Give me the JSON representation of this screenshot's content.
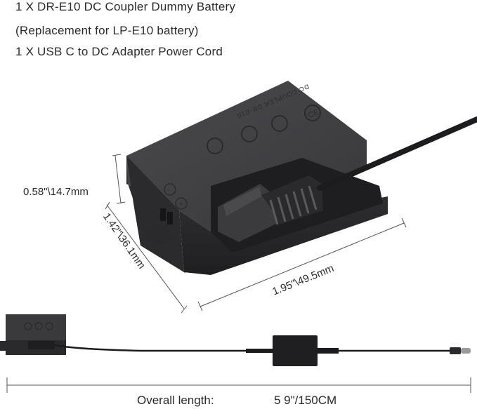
{
  "contents": {
    "line1": "1 X DR-E10 DC Coupler Dummy Battery",
    "line2": "(Replacement for LP-E10 battery)",
    "line3": "1 X USB C to DC Adapter Power Cord"
  },
  "battery_print": {
    "model": "DC COUPLER DR-E10",
    "minus": "-",
    "plus": "+",
    "ce": "CE"
  },
  "dimensions": {
    "height": "0.58\"\\14.7mm",
    "width": "1.42\"\\36.1mm",
    "length": "1.95\"\\49.5mm"
  },
  "overall": {
    "label": "Overall length:",
    "value": "5 9\"/150CM"
  },
  "colors": {
    "battery_body": "#3a3a3c",
    "battery_dark": "#262628",
    "cable": "#1c1c1e",
    "text": "#2b2b2b"
  }
}
